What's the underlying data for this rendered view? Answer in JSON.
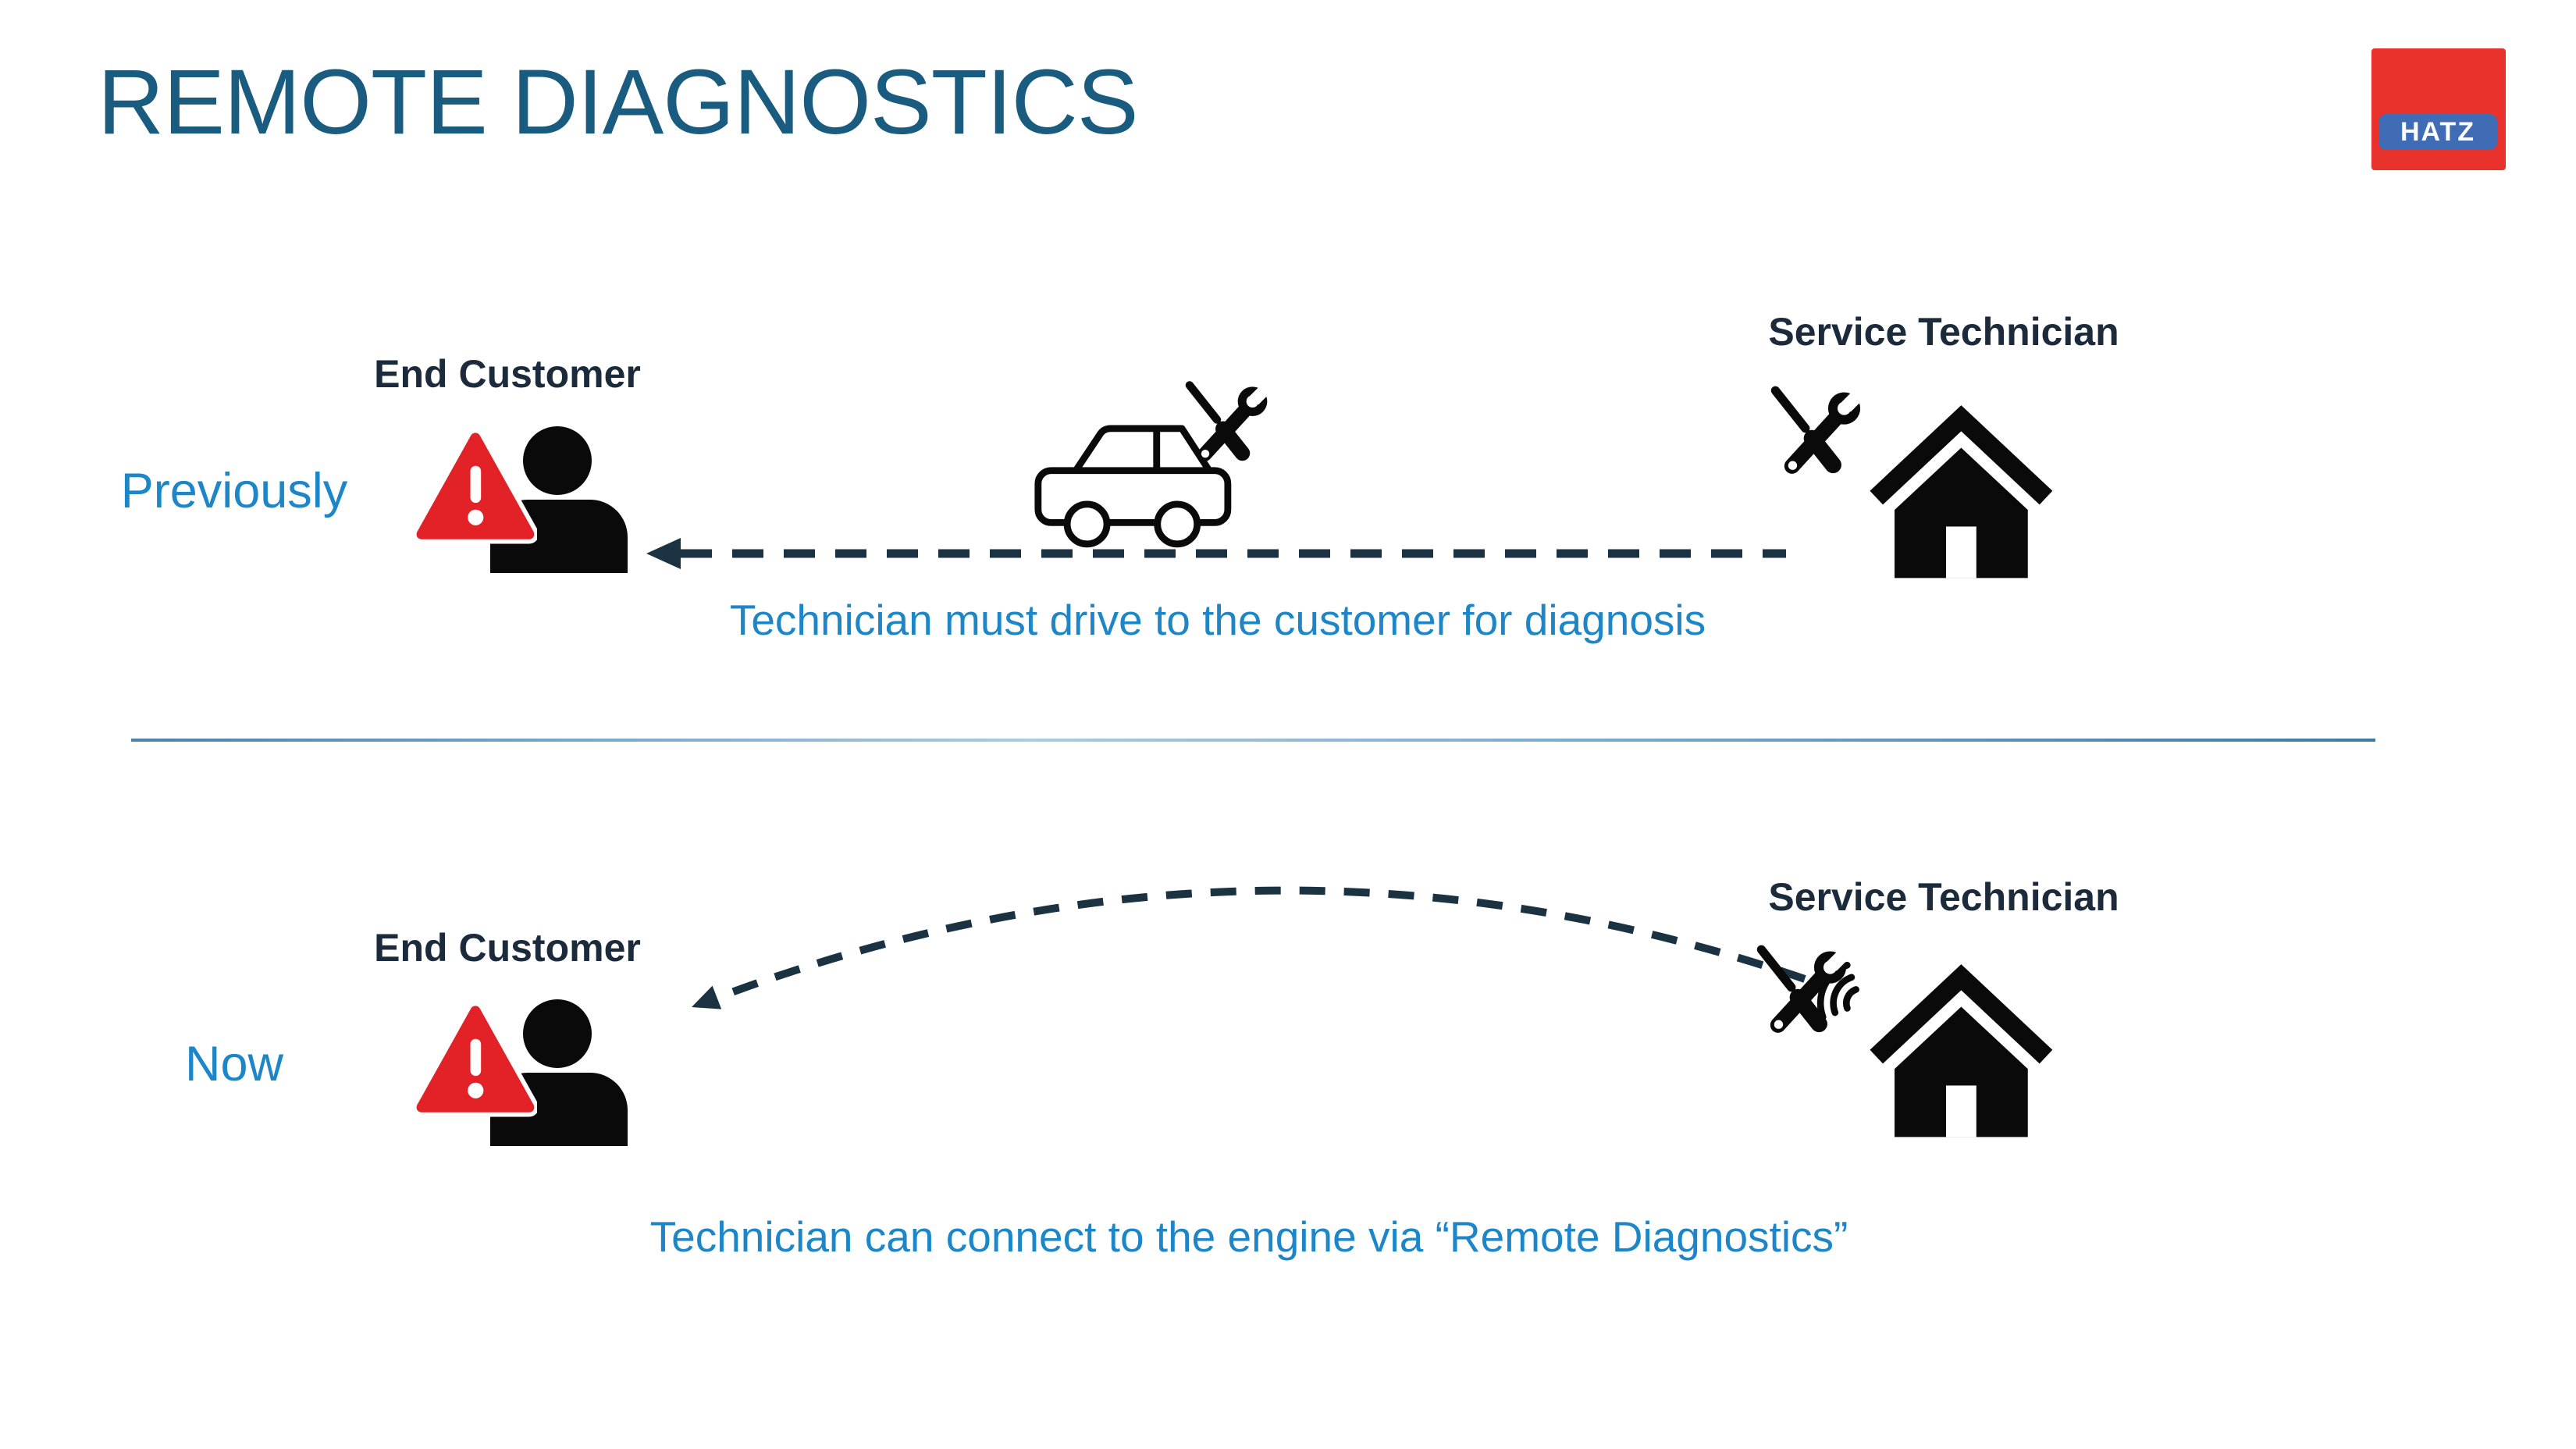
{
  "slide": {
    "title": "REMOTE DIAGNOSTICS",
    "logo_text": "HATZ"
  },
  "sections": {
    "previously": {
      "row_label": "Previously",
      "left_actor": "End Customer",
      "right_actor": "Service Technician",
      "caption": "Technician must drive to the customer for diagnosis"
    },
    "now": {
      "row_label": "Now",
      "left_actor": "End Customer",
      "right_actor": "Service Technician",
      "caption": "Technician can connect to the engine via “Remote Diagnostics”"
    }
  },
  "icons": {
    "logo": "hatz-logo",
    "end_customer": "alert-person-icon",
    "travel": "car-with-tools-icon",
    "workshop_previously": "tools-house-icon",
    "workshop_now": "tools-wifi-house-icon",
    "previously_connection": "left-dashed-arrow-icon",
    "now_connection": "curved-dashed-arrow-icon"
  },
  "colors": {
    "title_blue": "#1A5B80",
    "accent_blue": "#1C86C8",
    "label_navy": "#1C2B3C",
    "arrow_navy": "#1B3242",
    "alert_red": "#E32227",
    "logo_red": "#E8322B",
    "logo_blue": "#3F6CB4",
    "icon_black": "#0A0A0A",
    "divider_blue": "#3E79A8",
    "background": "#FFFFFF"
  }
}
